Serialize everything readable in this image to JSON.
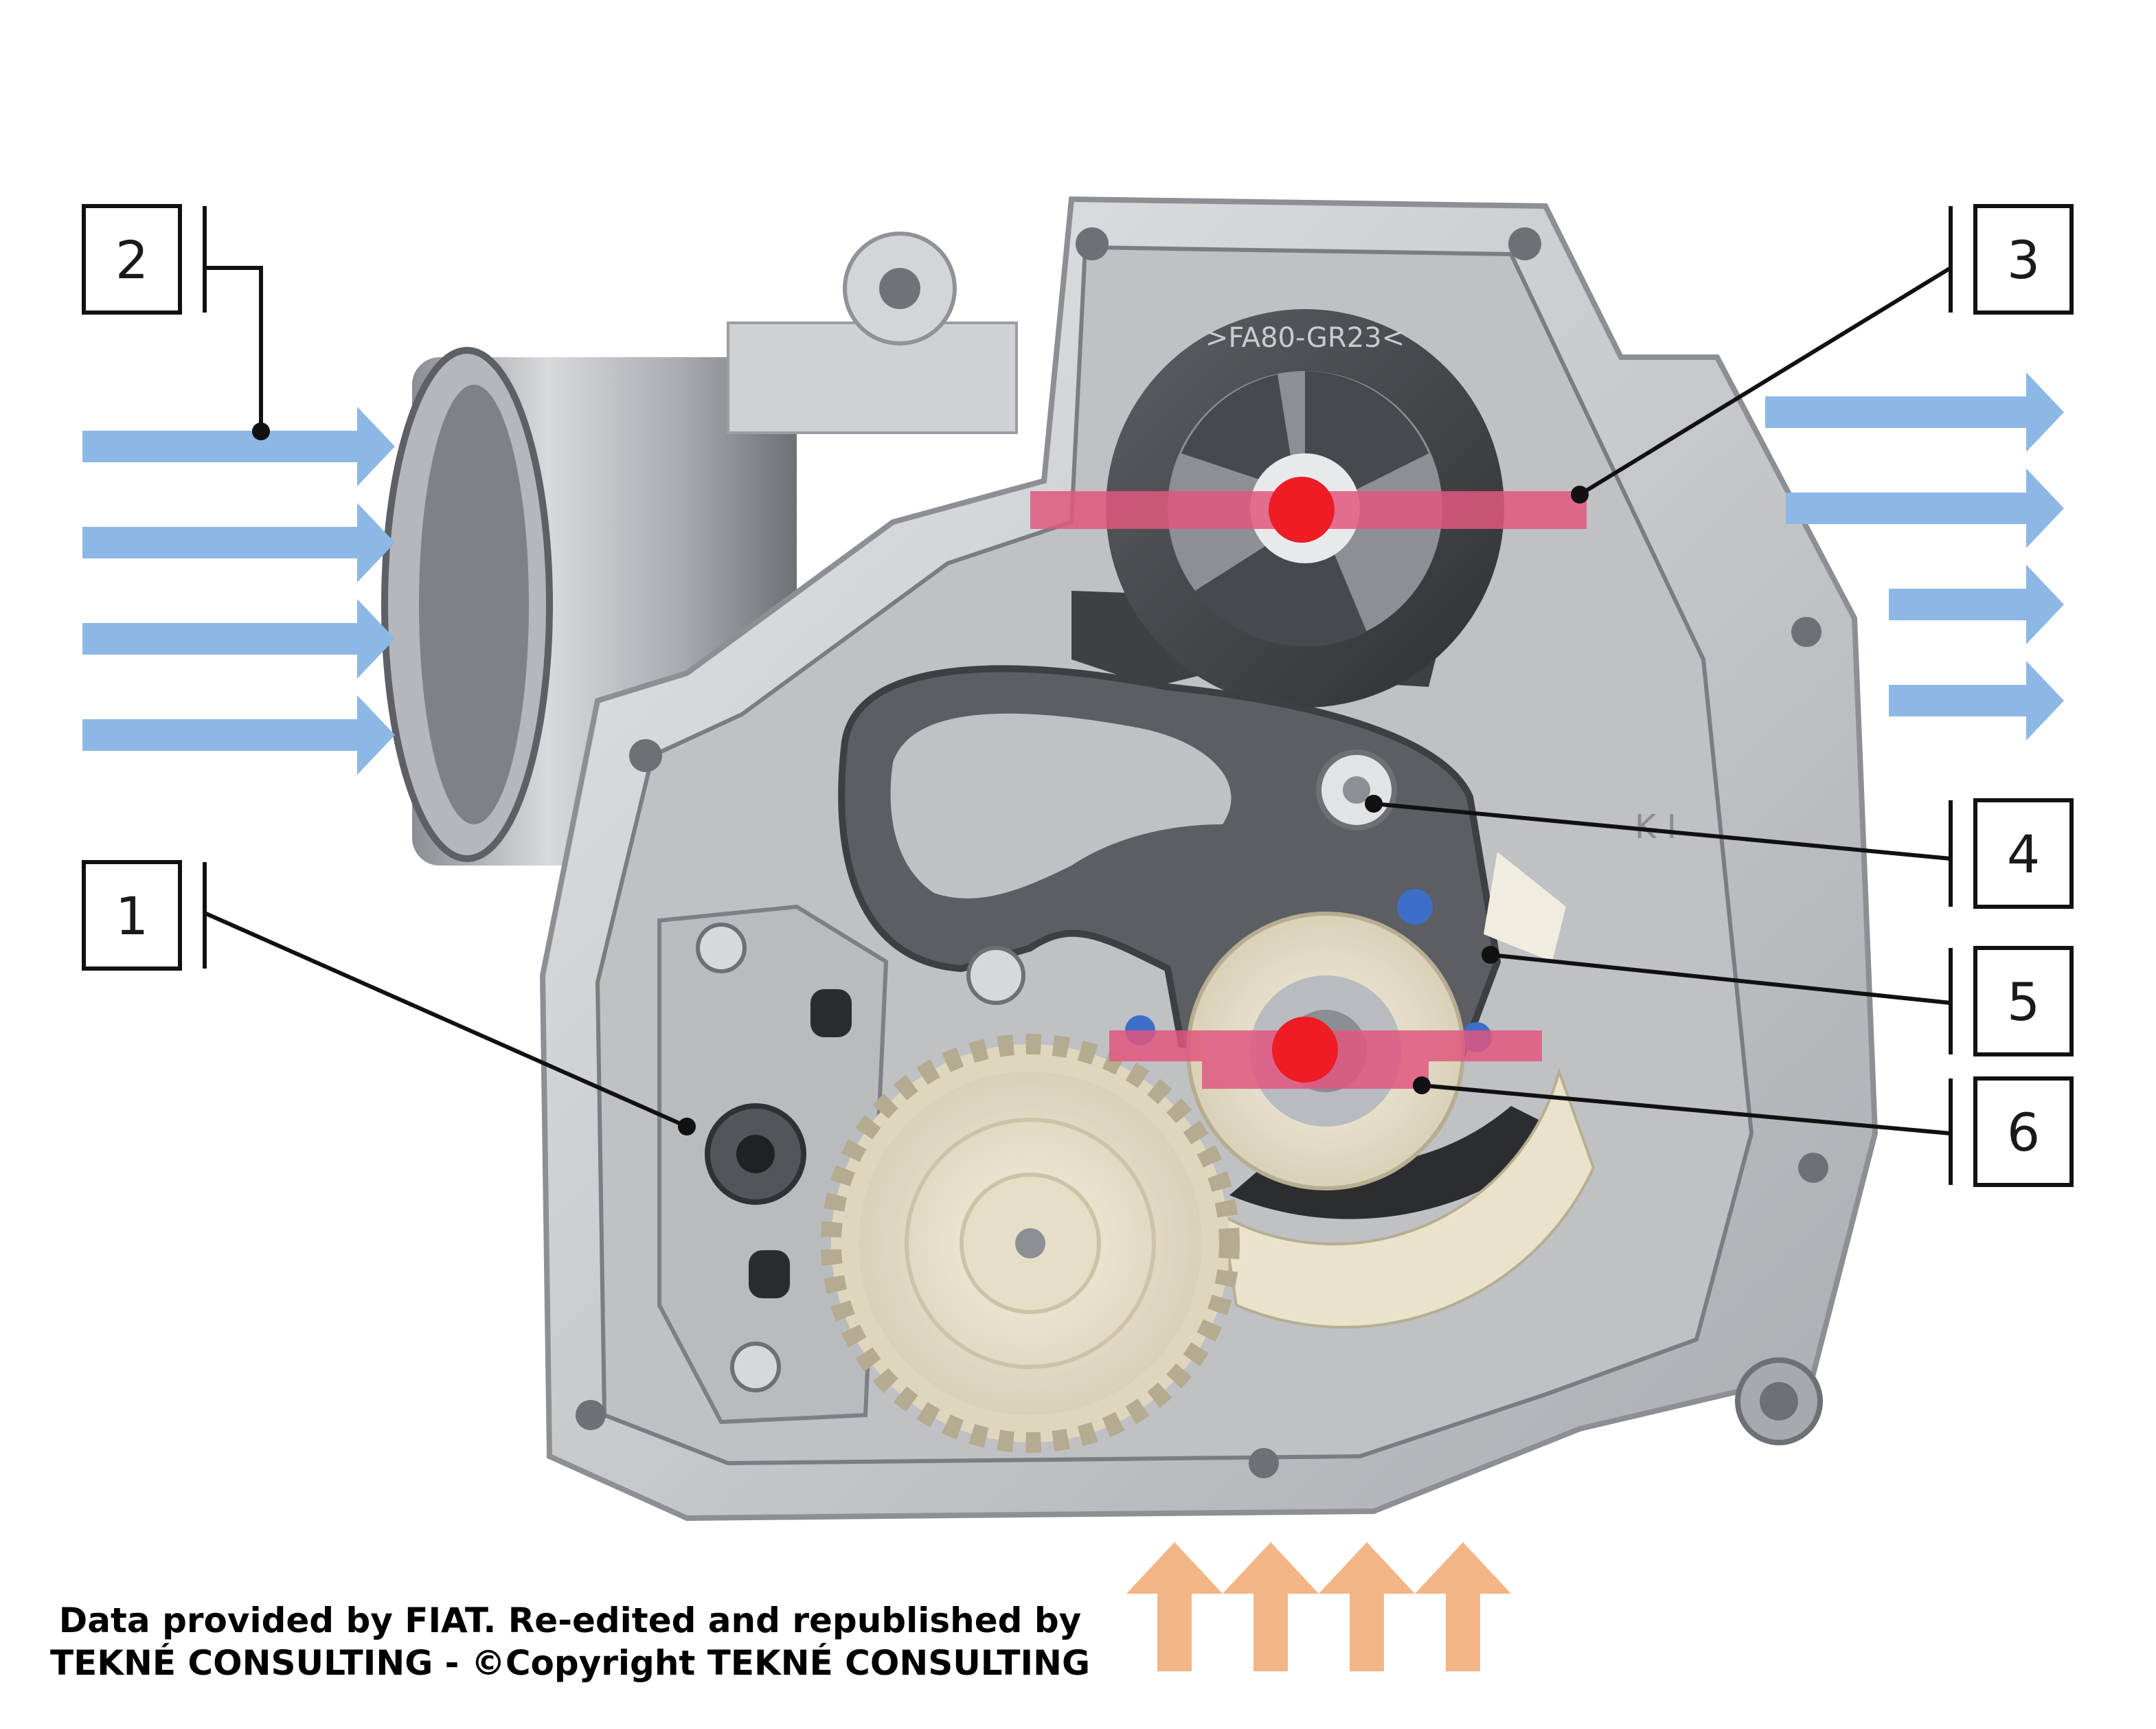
{
  "callouts": [
    {
      "id": "1",
      "label": "1"
    },
    {
      "id": "2",
      "label": "2"
    },
    {
      "id": "3",
      "label": "3"
    },
    {
      "id": "4",
      "label": "4"
    },
    {
      "id": "5",
      "label": "5"
    },
    {
      "id": "6",
      "label": "6"
    }
  ],
  "credit": {
    "line1": "Data provided by FIAT. Re-edited and republished by",
    "line2": "TEKNÉ CONSULTING - ©Copyright TEKNÉ CONSULTING"
  },
  "part_markings": {
    "rotor_marking": ">FA80-GR23<",
    "housing_marking": "K I"
  },
  "colors": {
    "inlet_arrow": "#8db8e6",
    "outlet_arrow": "#8db8e6",
    "bottom_arrow": "#f4b585",
    "axis_bar": "#e0577f",
    "axis_dot": "#ee1c24",
    "housing": "#c9cbce",
    "gear": "#ece6d2"
  },
  "icons": {
    "inlet_arrows": "arrow-right-icon",
    "outlet_arrows": "arrow-right-icon",
    "bottom_arrows": "arrow-up-icon"
  }
}
